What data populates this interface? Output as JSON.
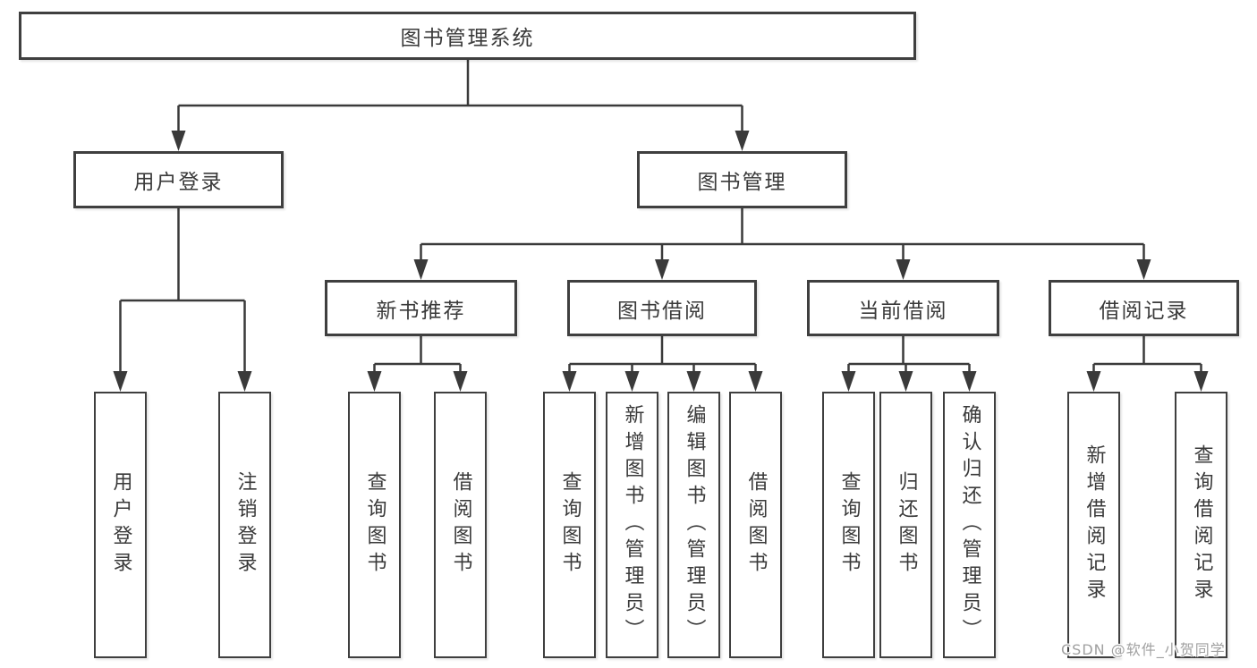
{
  "diagram": {
    "type": "hierarchy-diagram",
    "title_box": "图书管理系统",
    "branches": {
      "user_login": {
        "label": "用户登录",
        "children": [
          "用户登录",
          "注销登录"
        ]
      },
      "book_management": {
        "label": "图书管理",
        "sections": [
          {
            "label": "新书推荐",
            "children": [
              "查询图书",
              "借阅图书"
            ]
          },
          {
            "label": "图书借阅",
            "children": [
              "查询图书",
              "新增图书（管理员）",
              "编辑图书（管理员）",
              "借阅图书"
            ]
          },
          {
            "label": "当前借阅",
            "children": [
              "查询图书",
              "归还图书",
              "确认归还（管理员）"
            ]
          },
          {
            "label": "借阅记录",
            "children": [
              "新增借阅记录",
              "查询借阅记录"
            ]
          }
        ]
      }
    },
    "watermark": "CSDN @软件_小贺同学",
    "colors": {
      "line": "#3a3a3a",
      "box_border": "#3f3f3f",
      "text": "#3a3a3a",
      "background": "#ffffff",
      "watermark": "#a0a0a0"
    }
  }
}
